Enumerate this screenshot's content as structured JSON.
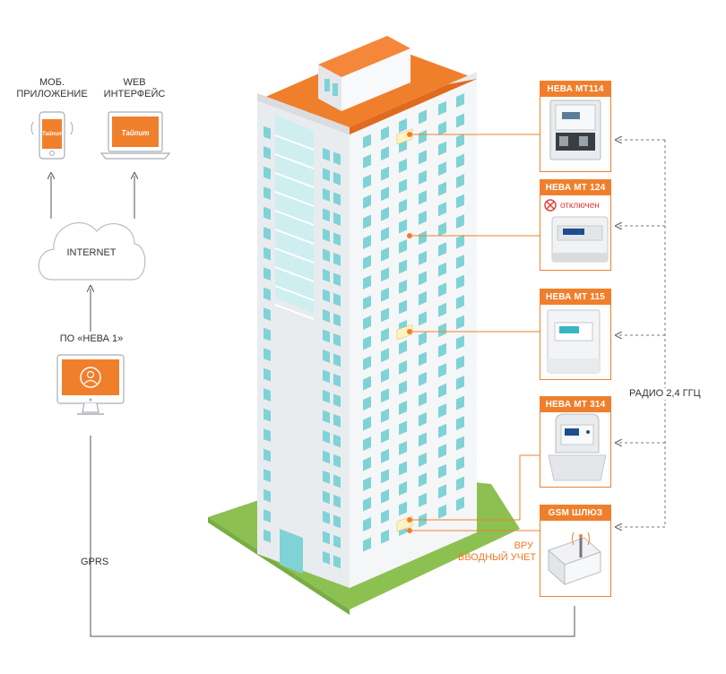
{
  "left": {
    "mobile_label_l1": "МОБ.",
    "mobile_label_l2": "ПРИЛОЖЕНИЕ",
    "web_label_l1": "WEB",
    "web_label_l2": "ИНТЕРФЕЙС",
    "phone_logo": "Тайпит",
    "laptop_logo": "Тайпит",
    "cloud_label": "INTERNET",
    "software_label": "ПО «НЕВА 1»",
    "gprs_label": "GPRS"
  },
  "devices": [
    {
      "title": "НЕВА МТ114"
    },
    {
      "title": "НЕВА МТ 124",
      "status": "отключен"
    },
    {
      "title": "НЕВА МТ 115"
    },
    {
      "title": "НЕВА МТ 314"
    },
    {
      "title": "GSM ШЛЮЗ"
    }
  ],
  "vru": {
    "line1": "ВРУ",
    "line2": "ВВОДНЫЙ УЧЕТ"
  },
  "radio_label": "РАДИО 2,4 ГГЦ",
  "colors": {
    "accent": "#f07f2c",
    "window": "#7fd3d6",
    "grass": "#8cc152",
    "line": "#555555"
  }
}
